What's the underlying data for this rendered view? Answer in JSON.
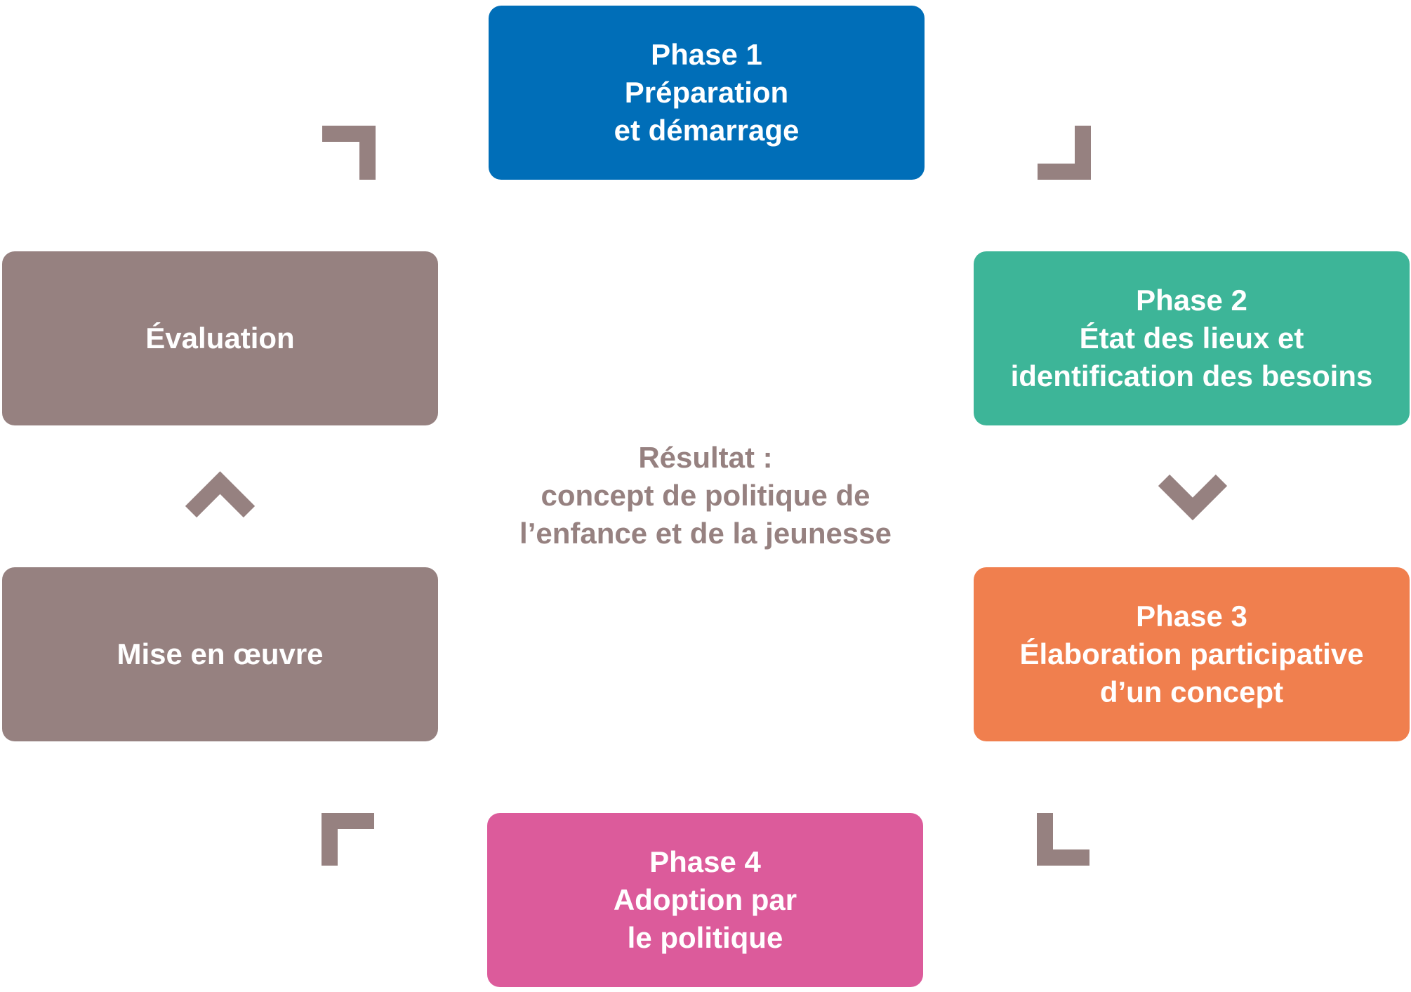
{
  "colors": {
    "phase1": "#006EB8",
    "phase2": "#3DB598",
    "phase3": "#F07F4E",
    "phase4": "#DC5B9B",
    "neutral": "#968180",
    "arrow": "#968180",
    "center_text": "#968180"
  },
  "boxes": {
    "phase1": {
      "lines": [
        "Phase 1",
        "Préparation",
        "et démarrage"
      ]
    },
    "phase2": {
      "lines": [
        "Phase 2",
        "État des lieux et",
        "identification des besoins"
      ]
    },
    "phase3": {
      "lines": [
        "Phase 3",
        "Élaboration participative",
        "d’un concept"
      ]
    },
    "phase4": {
      "lines": [
        "Phase 4",
        "Adoption par",
        "le politique"
      ]
    },
    "evaluation": {
      "lines": [
        "Évaluation"
      ]
    },
    "implementation": {
      "lines": [
        "Mise en œuvre"
      ]
    }
  },
  "center": {
    "lines": [
      "Résultat :",
      "concept de politique de",
      "l’enfance et de la jeunesse"
    ]
  },
  "arrows": {
    "icons": [
      "corner-arrow-icon",
      "chevron-down-icon",
      "corner-arrow-icon",
      "corner-arrow-icon",
      "chevron-up-icon",
      "corner-arrow-icon"
    ]
  }
}
